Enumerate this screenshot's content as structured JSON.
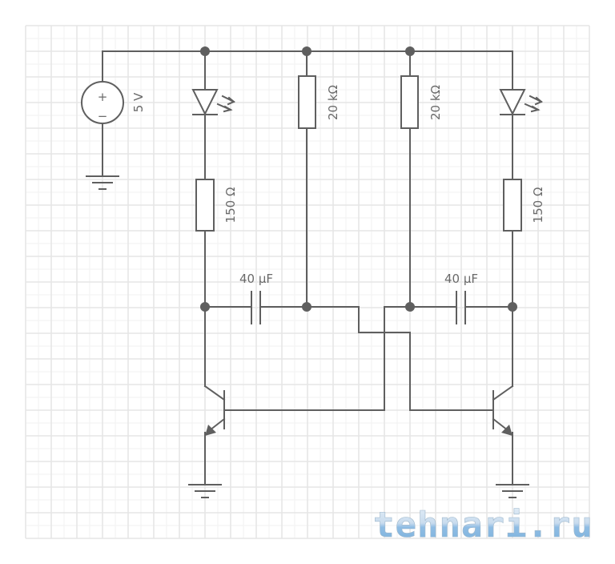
{
  "diagram": {
    "title": "Astable multivibrator with two LEDs",
    "colors": {
      "wire": "#5f5f5f",
      "grid_major": "#e6e6e6",
      "grid_minor": "#f2f2f2",
      "label": "#6a6a6a",
      "watermark_top": "#d8e6f2",
      "watermark_bottom": "#7fb3de"
    },
    "components": {
      "source": {
        "type": "dc-voltage-source",
        "label": "5 V",
        "plus": "+",
        "minus": "−"
      },
      "led_left": {
        "type": "led"
      },
      "led_right": {
        "type": "led"
      },
      "r_led_left": {
        "type": "resistor",
        "label": "150 Ω"
      },
      "r_led_right": {
        "type": "resistor",
        "label": "150 Ω"
      },
      "r_base_left": {
        "type": "resistor",
        "label": "20 kΩ"
      },
      "r_base_right": {
        "type": "resistor",
        "label": "20 kΩ"
      },
      "c_left": {
        "type": "capacitor",
        "label": "40 µF"
      },
      "c_right": {
        "type": "capacitor",
        "label": "40 µF"
      },
      "q_left": {
        "type": "npn-transistor"
      },
      "q_right": {
        "type": "npn-transistor"
      }
    },
    "watermark": "tehnari.ru"
  }
}
